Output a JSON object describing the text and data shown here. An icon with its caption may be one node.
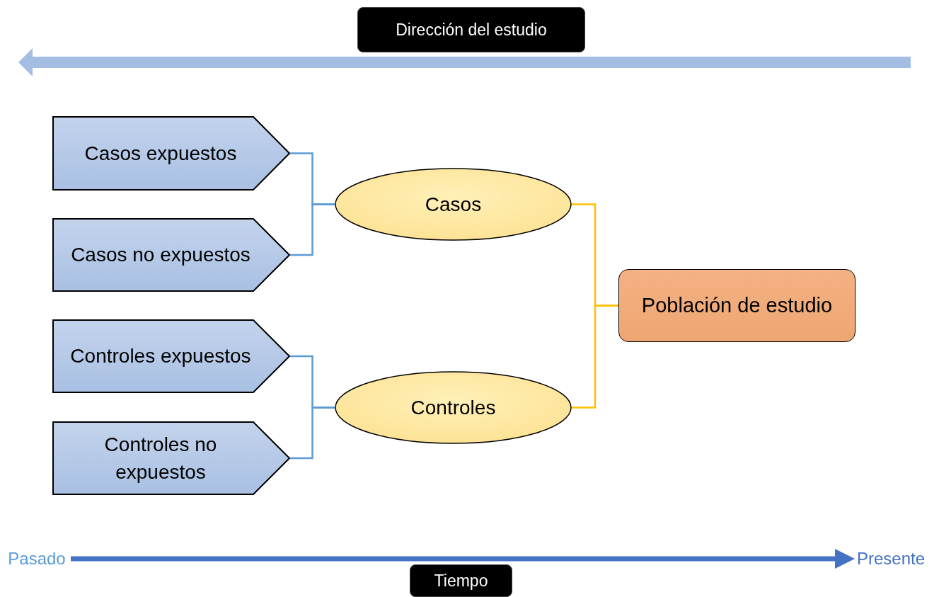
{
  "diagram": {
    "nodes": [
      {
        "text": [
          "Dirección del estudio"
        ]
      },
      {
        "text": [
          "Casos expuestos"
        ]
      },
      {
        "text": [
          "Casos no expuestos"
        ]
      },
      {
        "text": [
          "Controles expuestos"
        ]
      },
      {
        "text": [
          "Controles no expuestos"
        ]
      },
      {
        "text": [
          "Casos"
        ]
      },
      {
        "text": [
          "Controles"
        ]
      },
      {
        "text": [
          "Población de estudio"
        ]
      },
      {
        "text": [
          "Tiempo"
        ]
      },
      {
        "text": [
          "Pasado"
        ]
      },
      {
        "text": [
          "Presente"
        ]
      }
    ],
    "edges": [
      {
        "from": 1,
        "to": 5,
        "arrow": "none"
      },
      {
        "from": 2,
        "to": 5,
        "arrow": "none"
      },
      {
        "from": 3,
        "to": 6,
        "arrow": "none"
      },
      {
        "from": 4,
        "to": 6,
        "arrow": "none"
      },
      {
        "from": 5,
        "to": 7,
        "arrow": "none",
        "color": "#ffc000"
      },
      {
        "from": 6,
        "to": 7,
        "arrow": "none",
        "color": "#ffc000"
      },
      {
        "from": 9,
        "to": 10,
        "arrow": "to",
        "style": "thick",
        "color": "#4472c4"
      }
    ]
  }
}
